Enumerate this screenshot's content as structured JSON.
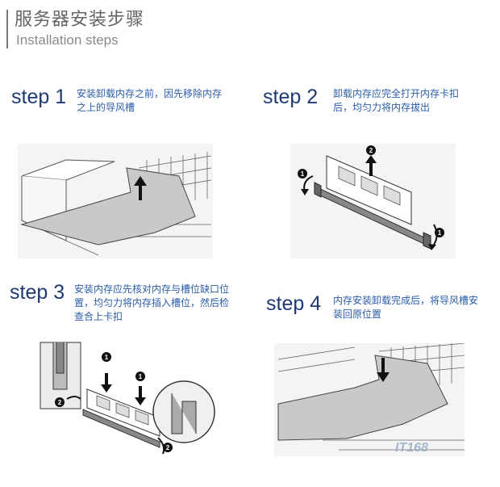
{
  "header": {
    "title": "服务器安装步骤",
    "subtitle": "Installation steps"
  },
  "steps": [
    {
      "label": "step 1",
      "text": "安装卸载内存之前，因先移除内存之上的导风槽"
    },
    {
      "label": "step 2",
      "text": "卸载内存应完全打开内存卡扣后，均匀力将内存拔出"
    },
    {
      "label": "step 3",
      "text": "安装内存应先核对内存与槽位缺口位置，均匀力将内存插入槽位，然后检查合上卡扣"
    },
    {
      "label": "step 4",
      "text": "内存安装卸载完成后，将导风槽安装回原位置"
    }
  ],
  "callouts": {
    "one": "1",
    "two": "2"
  },
  "watermark": "IT168"
}
